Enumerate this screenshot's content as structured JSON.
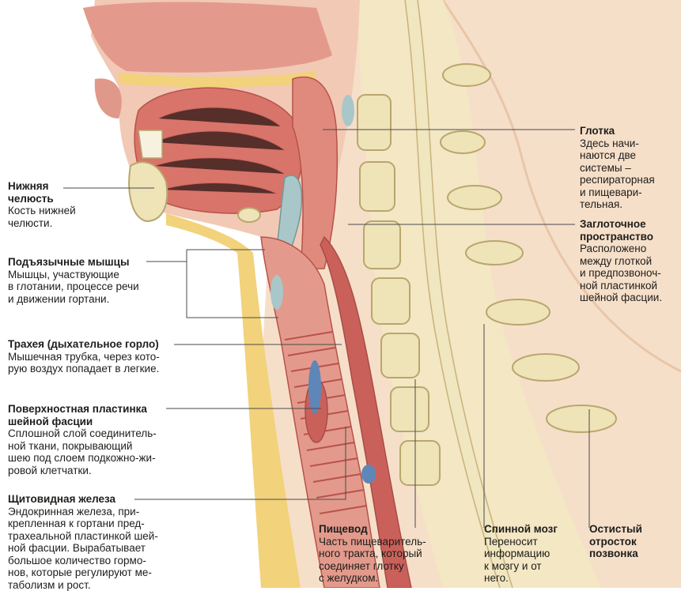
{
  "labels": {
    "jaw": {
      "title": "Нижняя\nчелюсть",
      "desc": "Кость нижней\nчелюсти."
    },
    "hyoid": {
      "title": "Подъязычные мышцы",
      "desc": "Мышцы, участвующие\nв глотании, процессе речи\nи движении гортани."
    },
    "trachea": {
      "title": "Трахея (дыхательное горло)",
      "desc": "Мышечная трубка, через кото-\nрую воздух попадает в легкие."
    },
    "fascia": {
      "title": "Поверхностная пластинка\nшейной фасции",
      "desc": "Сплошной слой соединитель-\nной ткани, покрывающий\nшею под слоем подкожно-жи-\nровой клетчатки."
    },
    "thyroid": {
      "title": "Щитовидная железа",
      "desc": "Эндокринная железа, при-\nкрепленная к гортани пред-\nтрахеальной пластинкой шей-\nной фасции. Вырабатывает\nбольшое количество гормо-\nнов, которые регулируют ме-\nтаболизм и рост."
    },
    "esophagus": {
      "title": "Пищевод",
      "desc": "Часть пищеваритель-\nного тракта, который\nсоединяет глотку\nс желудком."
    },
    "spinal": {
      "title": "Спинной мозг",
      "desc": "Переносит\nинформацию\nк мозгу и от\nнего."
    },
    "process": {
      "title": "Остистый\nотросток\nпозвонка",
      "desc": ""
    },
    "pharynx": {
      "title": "Глотка",
      "desc": "Здесь начи-\nнаются две\nсистемы –\nреспираторная\nи пищевари-\nтельная."
    },
    "retro": {
      "title": "Заглоточное\nпространство",
      "desc": "Расположено\nмежду глоткой\nи предпозвоноч-\nной пластинкой\nшейной фасции."
    }
  },
  "colors": {
    "skin": "#f6dfc9",
    "muscle": "#d9746a",
    "muscle_dark": "#b8524b",
    "fat": "#f2d27a",
    "bone": "#efe3b8",
    "bone_line": "#b9a66e",
    "cartilage": "#a9c7c9",
    "vessel": "#5f86b8",
    "line": "#4a4a4a"
  }
}
